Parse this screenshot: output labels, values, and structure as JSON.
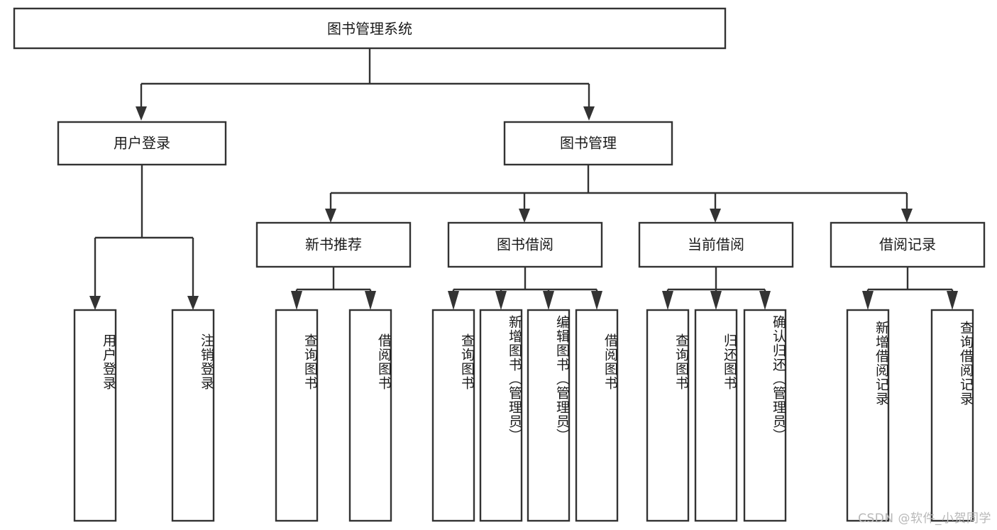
{
  "diagram": {
    "title": "图书管理系统",
    "type": "hierarchy-tree",
    "orientation": "top-down",
    "background_color": "#ffffff",
    "line_color": "#333333",
    "box_fill": "#ffffff",
    "text_color": "#1a1a1a",
    "root": {
      "label": "图书管理系统",
      "id": "root"
    },
    "level1": [
      {
        "id": "user-login",
        "label": "用户登录"
      },
      {
        "id": "book-manage",
        "label": "图书管理"
      }
    ],
    "level2": [
      {
        "id": "new-book-recommend",
        "label": "新书推荐",
        "parent": "book-manage"
      },
      {
        "id": "book-borrow",
        "label": "图书借阅",
        "parent": "book-manage"
      },
      {
        "id": "current-borrow",
        "label": "当前借阅",
        "parent": "book-manage"
      },
      {
        "id": "borrow-record",
        "label": "借阅记录",
        "parent": "book-manage"
      }
    ],
    "leaves": {
      "user-login": [
        {
          "id": "leaf-user-login",
          "label": "用户登录"
        },
        {
          "id": "leaf-user-logout",
          "label": "注销登录"
        }
      ],
      "new-book-recommend": [
        {
          "id": "leaf-query-book-1",
          "label": "查询图书"
        },
        {
          "id": "leaf-borrow-book-1",
          "label": "借阅图书"
        }
      ],
      "book-borrow": [
        {
          "id": "leaf-query-book-2",
          "label": "查询图书"
        },
        {
          "id": "leaf-add-book",
          "label": "新增图书（管理员）"
        },
        {
          "id": "leaf-edit-book",
          "label": "编辑图书（管理员）"
        },
        {
          "id": "leaf-borrow-book-2",
          "label": "借阅图书"
        }
      ],
      "current-borrow": [
        {
          "id": "leaf-query-book-3",
          "label": "查询图书"
        },
        {
          "id": "leaf-return-book",
          "label": "归还图书"
        },
        {
          "id": "leaf-confirm-return",
          "label": "确认归还（管理员）"
        }
      ],
      "borrow-record": [
        {
          "id": "leaf-add-record",
          "label": "新增借阅记录"
        },
        {
          "id": "leaf-query-record",
          "label": "查询借阅记录"
        }
      ]
    }
  },
  "watermark": {
    "text": "CSDN @软件_小贺同学"
  }
}
